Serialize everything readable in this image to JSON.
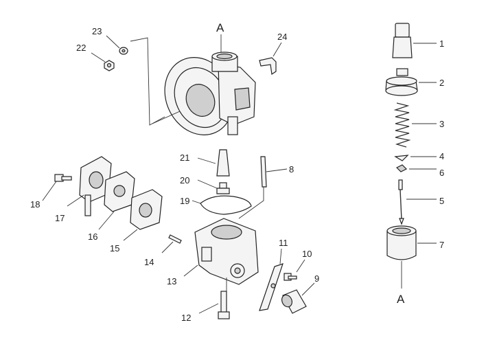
{
  "diagram": {
    "reference_letter_top": "A",
    "reference_letter_bottom": "A",
    "callouts": {
      "c1": "1",
      "c2": "2",
      "c3": "3",
      "c4": "4",
      "c5": "5",
      "c6": "6",
      "c7": "7",
      "c8": "8",
      "c9": "9",
      "c10": "10",
      "c11": "11",
      "c12": "12",
      "c13": "13",
      "c14": "14",
      "c15": "15",
      "c16": "16",
      "c17": "17",
      "c18": "18",
      "c19": "19",
      "c20": "20",
      "c21": "21",
      "c22": "22",
      "c23": "23",
      "c24": "24"
    }
  }
}
